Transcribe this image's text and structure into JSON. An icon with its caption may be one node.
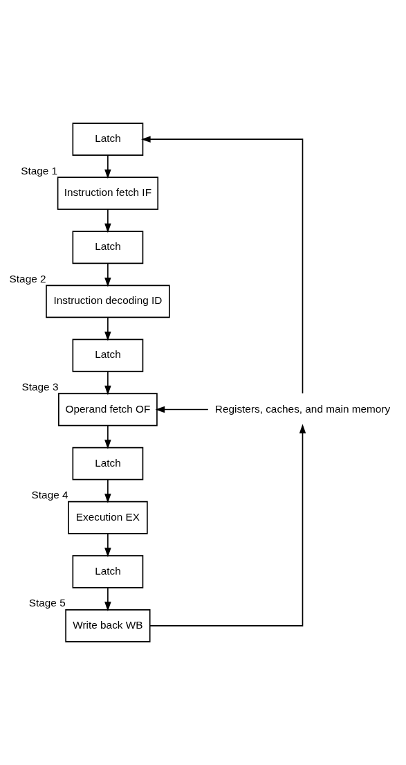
{
  "diagram": {
    "nodes": [
      {
        "text": [
          "Latch"
        ]
      },
      {
        "text": [
          "Instruction fetch IF"
        ],
        "beside": [
          "Stage 1"
        ]
      },
      {
        "text": [
          "Latch"
        ]
      },
      {
        "text": [
          "Instruction decoding ID"
        ],
        "beside": [
          "Stage 2"
        ]
      },
      {
        "text": [
          "Latch"
        ]
      },
      {
        "text": [
          "Operand fetch OF"
        ],
        "beside": [
          "Stage 3"
        ]
      },
      {
        "text": [
          "Latch"
        ]
      },
      {
        "text": [
          "Execution EX"
        ],
        "beside": [
          "Stage 4"
        ]
      },
      {
        "text": [
          "Latch"
        ]
      },
      {
        "text": [
          "Write back WB"
        ],
        "beside": [
          "Stage 5"
        ]
      },
      {
        "text": [
          "Registers, caches, and main memory"
        ]
      }
    ],
    "edges": [
      {
        "from": 0,
        "to": 1,
        "arrow": "to"
      },
      {
        "from": 1,
        "to": 2,
        "arrow": "to"
      },
      {
        "from": 2,
        "to": 3,
        "arrow": "to"
      },
      {
        "from": 3,
        "to": 4,
        "arrow": "to"
      },
      {
        "from": 4,
        "to": 5,
        "arrow": "to"
      },
      {
        "from": 5,
        "to": 6,
        "arrow": "to"
      },
      {
        "from": 6,
        "to": 7,
        "arrow": "to"
      },
      {
        "from": 7,
        "to": 8,
        "arrow": "to"
      },
      {
        "from": 8,
        "to": 9,
        "arrow": "to"
      },
      {
        "from": 9,
        "to": 10,
        "arrow": "to"
      },
      {
        "from": 10,
        "to": 0,
        "arrow": "to"
      },
      {
        "from": 10,
        "to": 5,
        "arrow": "to"
      }
    ]
  }
}
